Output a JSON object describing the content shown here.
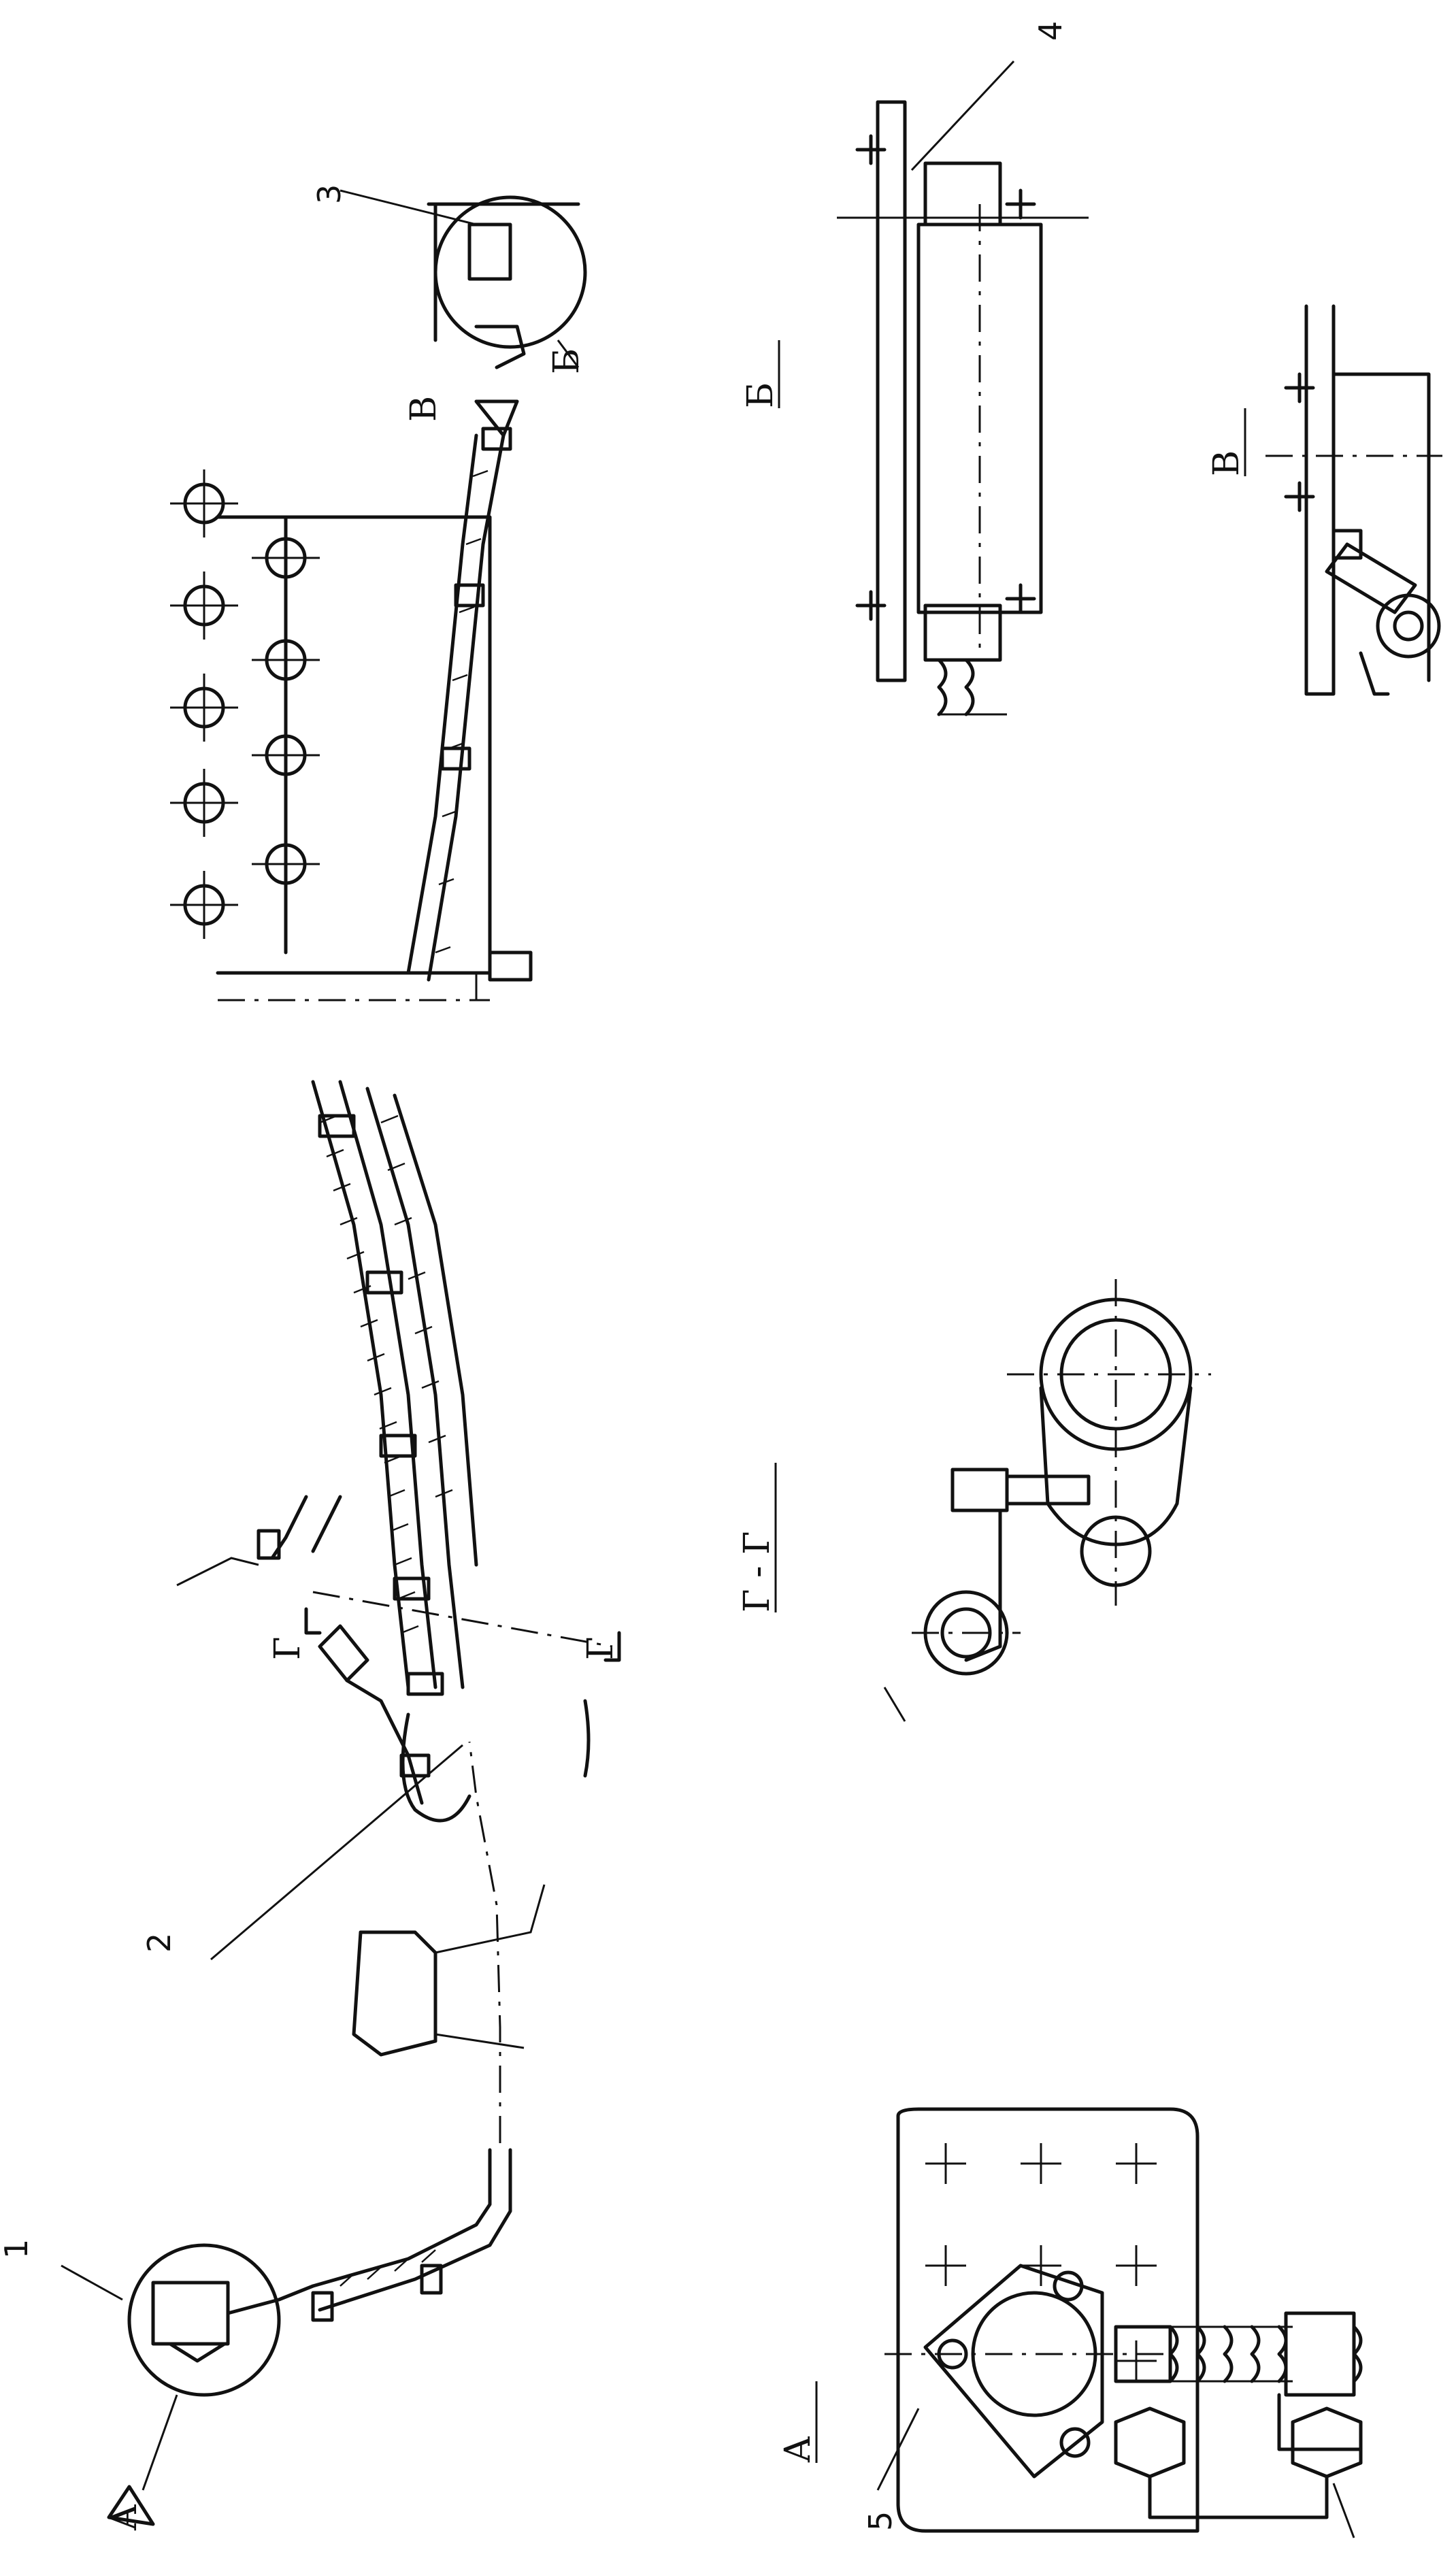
{
  "callouts": {
    "c1": "1",
    "c2": "2",
    "c3": "3",
    "c4": "4",
    "c5": "5"
  },
  "views": {
    "view_a_circle": "А",
    "view_b_circle": "Б",
    "view_v_mark": "В",
    "section_g_mark_left": "Г",
    "section_g_mark_right": "Г",
    "detail_a_title": "А",
    "detail_b_title": "Б",
    "detail_v_title": "В",
    "section_gg_title": "Г - Г"
  }
}
